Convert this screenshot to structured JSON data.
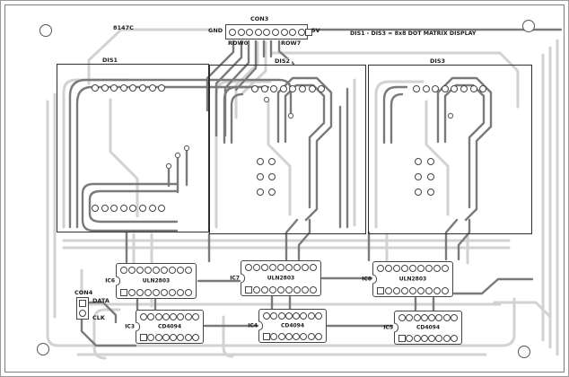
{
  "board": {
    "code": "8147C",
    "note": "DIS1 - DIS3 = 8x8 DOT MATRIX DISPLAY"
  },
  "con3": {
    "label": "CON3",
    "gnd_label": "GND",
    "v5_label": "5V",
    "row_first_label": "ROW0",
    "row_last_label": "ROW7",
    "round_pins": 9
  },
  "con4": {
    "label": "CON4",
    "data_label": "DATA",
    "clk_label": "CLK"
  },
  "displays": [
    {
      "label": "DIS1",
      "pads_per_row": 8
    },
    {
      "label": "DIS2",
      "pads_per_row": 8,
      "mid_pads_per_col": 3
    },
    {
      "label": "DIS3",
      "pads_per_row": 8,
      "mid_pads_per_col": 3
    }
  ],
  "ics": [
    {
      "ref": "IC6",
      "part": "ULN2803",
      "pins_per_row": 9
    },
    {
      "ref": "IC7",
      "part": "ULN2803",
      "pins_per_row": 9
    },
    {
      "ref": "IC8",
      "part": "ULN2803",
      "pins_per_row": 9
    },
    {
      "ref": "IC3",
      "part": "CD4094",
      "pins_per_row": 8
    },
    {
      "ref": "IC4",
      "part": "CD4094",
      "pins_per_row": 8
    },
    {
      "ref": "IC5",
      "part": "CD4094",
      "pins_per_row": 8
    }
  ],
  "colors": {
    "trace_light": "#d2d2d2",
    "trace_dark": "#7a7a7a",
    "outline": "#454545",
    "text": "#1c1c1c"
  }
}
